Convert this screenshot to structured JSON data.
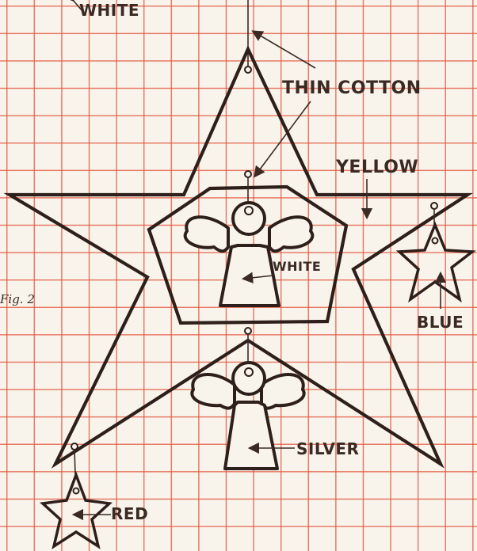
{
  "figure": {
    "caption": "Fig. 2",
    "labels": {
      "white_top": "WHITE",
      "thin_cotton": "THIN COTTON",
      "yellow": "YELLOW",
      "white_angel": "WHITE",
      "blue": "BLUE",
      "silver": "SILVER",
      "red": "RED"
    },
    "colors": {
      "grid": "#e2563f",
      "paper": "#f8f4ec",
      "ink": "#2e1f1a"
    }
  }
}
